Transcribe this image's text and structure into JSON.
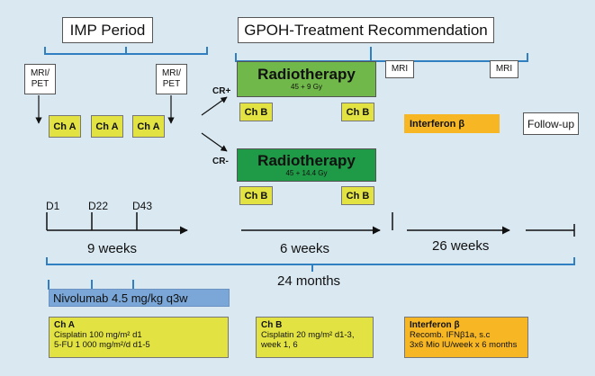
{
  "header": {
    "imp_period": "IMP Period",
    "gpoh": "GPOH-Treatment Recommendation"
  },
  "scans": {
    "mri_pet_1": "MRI/\nPET",
    "mri_pet_2": "MRI/\nPET",
    "mri_1": "MRI",
    "mri_2": "MRI"
  },
  "response": {
    "cr_plus": "CR+",
    "cr_minus": "CR-"
  },
  "radiotherapy": {
    "title": "Radiotherapy",
    "dose_cr_plus": "45 + 9 Gy",
    "dose_cr_minus": "45 + 14.4 Gy",
    "color_cr_plus": "#70b849",
    "color_cr_minus": "#1f9a46"
  },
  "chemo_labels": {
    "a": "Ch A",
    "b": "Ch B"
  },
  "interferon_label": "Interferon β",
  "followup_label": "Follow-up",
  "timeline": {
    "days": [
      "D1",
      "D22",
      "D43"
    ],
    "week_9": "9 weeks",
    "week_6": "6 weeks",
    "week_26": "26 weeks",
    "months_24": "24 months"
  },
  "nivolumab": "Nivolumab 4.5 mg/kg q3w",
  "legends": {
    "ch_a": {
      "title": "Ch A",
      "line1": "Cisplatin 100 mg/m² d1",
      "line2": "5-FU 1 000 mg/m²/d d1-5"
    },
    "ch_b": {
      "title": "Ch B",
      "line1": "Cisplatin 20 mg/m²  d1-3,",
      "line2": "week 1, 6"
    },
    "interferon": {
      "title": "Interferon β",
      "line1": "Recomb. IFNβ1a, s.c",
      "line2": "3x6 Mio IU/week x 6 months"
    }
  },
  "colors": {
    "background": "#d9e8f1",
    "bracket": "#2f7fc1",
    "chemo_yellow": "#e2e343",
    "interferon_orange": "#f7b724",
    "nivolumab_blue": "#7aa7d8"
  }
}
